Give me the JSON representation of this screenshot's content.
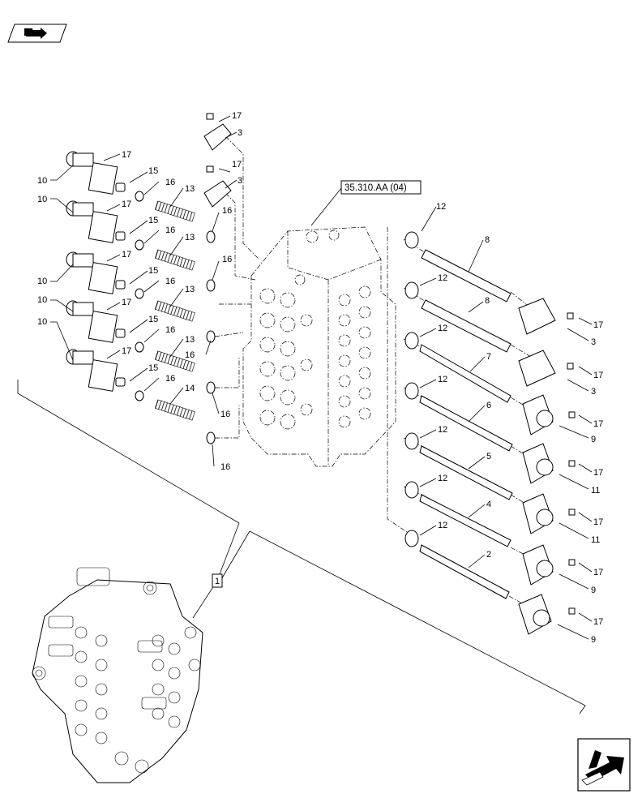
{
  "reference_label": "35.310.AA (04)",
  "assembly_label": "1",
  "icons": {
    "top_left": "book-hand-icon",
    "bottom_right": "next-page-arrow-icon"
  },
  "callouts": {
    "c17a": "17",
    "c3a": "3",
    "c17b": "17",
    "c3b": "3",
    "c10a": "10",
    "c17c": "17",
    "c15a": "15",
    "c16a": "16",
    "c13a": "13",
    "c10b": "10",
    "c17d": "17",
    "c15b": "15",
    "c16b": "16",
    "c13b": "13",
    "c16c": "16",
    "c10c": "10",
    "c17e": "17",
    "c15c": "15",
    "c16d": "16",
    "c13c": "13",
    "c16e": "16",
    "c10d": "10",
    "c17f": "17",
    "c15d": "15",
    "c16f": "16",
    "c13d": "13",
    "c16g": "16",
    "c10e": "10",
    "c17g": "17",
    "c15e": "15",
    "c16h": "16",
    "c14": "14",
    "c16i": "16",
    "c16j": "16",
    "c12a": "12",
    "c12b": "12",
    "c12c": "12",
    "c12d": "12",
    "c12e": "12",
    "c12f": "12",
    "c12g": "12",
    "c8a": "8",
    "c8b": "8",
    "c7": "7",
    "c6": "6",
    "c5": "5",
    "c4": "4",
    "c2": "2",
    "r17a": "17",
    "r3a": "3",
    "r17b": "17",
    "r3b": "3",
    "r17c": "17",
    "r9a": "9",
    "r17d": "17",
    "r11a": "11",
    "r17e": "17",
    "r11b": "11",
    "r17f": "17",
    "r9b": "9",
    "r17g": "17",
    "r9c": "9"
  }
}
